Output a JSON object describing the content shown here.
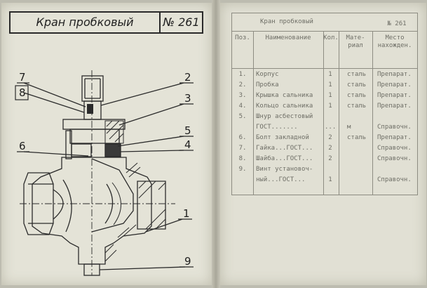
{
  "left_sheet": {
    "title": "Кран пробковый",
    "number": "№ 261",
    "callouts": [
      "7",
      "8",
      "2",
      "3",
      "5",
      "4",
      "6",
      "1",
      "9"
    ]
  },
  "right_sheet": {
    "title": "Кран пробковый",
    "number": "№ 261",
    "headers": {
      "pos": "Поз.",
      "name": "Наименование",
      "qty": "Кол.",
      "material": "Мате-\nриал",
      "place": "Место\nнахожден."
    },
    "rows": [
      {
        "pos": "1.",
        "name": "Корпус",
        "qty": "1",
        "material": "сталь",
        "place": "Препарат."
      },
      {
        "pos": "2.",
        "name": "Пробка",
        "qty": "1",
        "material": "сталь",
        "place": "Препарат."
      },
      {
        "pos": "3.",
        "name": "Крышка сальника",
        "qty": "1",
        "material": "сталь",
        "place": "Препарат."
      },
      {
        "pos": "4.",
        "name": "Кольцо сальника",
        "qty": "1",
        "material": "сталь",
        "place": "Препарат."
      },
      {
        "pos": "5.",
        "name": "Шнур асбестовый",
        "qty": "",
        "material": "",
        "place": ""
      },
      {
        "pos": "",
        "name": "ГОСТ.......",
        "qty": "...",
        "material": "м",
        "place": "Справочн."
      },
      {
        "pos": "6.",
        "name": "Болт закладной",
        "qty": "2",
        "material": "сталь",
        "place": "Препарат."
      },
      {
        "pos": "7.",
        "name": "Гайка...ГОСТ...",
        "qty": "2",
        "material": "",
        "place": "Справочн."
      },
      {
        "pos": "8.",
        "name": "Шайба...ГОСТ...",
        "qty": "2",
        "material": "",
        "place": "Справочн."
      },
      {
        "pos": "9.",
        "name": "Винт установоч-",
        "qty": "",
        "material": "",
        "place": ""
      },
      {
        "pos": "",
        "name": "ный...ГОСТ...",
        "qty": "1",
        "material": "",
        "place": "Справочн."
      }
    ]
  }
}
